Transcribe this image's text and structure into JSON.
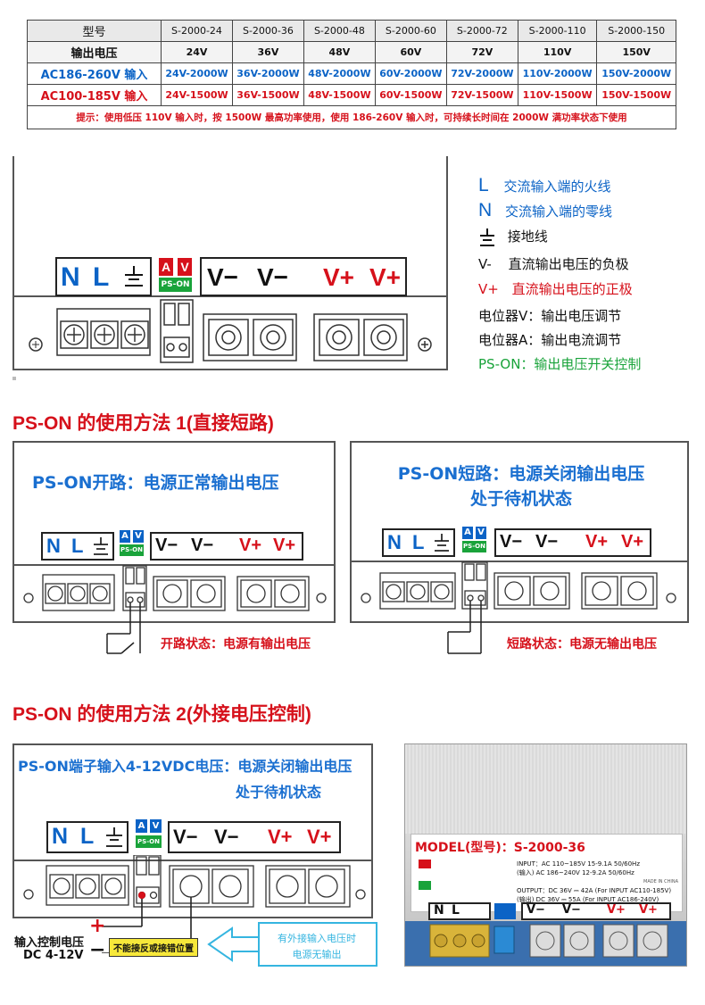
{
  "table": {
    "header_label": "型号",
    "models": [
      "S-2000-24",
      "S-2000-36",
      "S-2000-48",
      "S-2000-60",
      "S-2000-72",
      "S-2000-110",
      "S-2000-150"
    ],
    "voltage_label": "输出电压",
    "voltages": [
      "24V",
      "36V",
      "48V",
      "60V",
      "72V",
      "110V",
      "150V"
    ],
    "ac186_label": "AC186-260V 输入",
    "ac186_values": [
      "24V-2000W",
      "36V-2000W",
      "48V-2000W",
      "60V-2000W",
      "72V-2000W",
      "110V-2000W",
      "150V-2000W"
    ],
    "ac100_label": "AC100-185V 输入",
    "ac100_values": [
      "24V-1500W",
      "36V-1500W",
      "48V-1500W",
      "60V-1500W",
      "72V-1500W",
      "110V-1500W",
      "150V-1500W"
    ],
    "note": "提示：使用低压 110V 输入时，按 1500W 最高功率使用，使用 186-260V 输入时，可持续长时间在 2000W 满功率状态下使用"
  },
  "terminals": {
    "n": "N",
    "l": "L",
    "a": "A",
    "v": "V",
    "pson": "PS-ON",
    "vminus": "V−",
    "vplus": "V+"
  },
  "legend": {
    "l_key": "L",
    "l_text": "交流输入端的火线",
    "n_key": "N",
    "n_text": "交流输入端的零线",
    "ground_text": "接地线",
    "vminus_key": "V-",
    "vminus_text": "直流输出电压的负极",
    "vplus_key": "V+",
    "vplus_text": "直流输出电压的正极",
    "potv": "电位器V：输出电压调节",
    "pota": "电位器A：输出电流调节",
    "pson": "PS-ON：输出电压开关控制"
  },
  "method1": {
    "title": "PS-ON  的使用方法  1(直接短路)",
    "left_caption": "PS-ON开路：电源正常输出电压",
    "right_caption_1": "PS-ON短路：电源关闭输出电压",
    "right_caption_2": "处于待机状态",
    "open_state": "开路状态：电源有输出电压",
    "short_state": "短路状态：电源无输出电压"
  },
  "method2": {
    "title": "PS-ON  的使用方法  2(外接电压控制)",
    "caption_1": "PS-ON端子输入4-12VDC电压：电源关闭输出电压",
    "caption_2": "处于待机状态",
    "input_label_1": "输入控制电压",
    "input_label_2": "DC 4-12V",
    "plus": "+",
    "minus": "−",
    "warning": "不能接反或接错位置",
    "callout_1": "有外接输入电压时",
    "callout_2": "电源无输出"
  },
  "photo": {
    "model_label": "MODEL(型号)：S-2000-36",
    "input_label": "INPUT：AC 110~185V   15-9.1A   50/60Hz",
    "input_cn": "(输入)     AC 186~240V   12-9.2A   50/60Hz",
    "output_label": "OUTPUT：DC 36V ⎓ 42A (For INPUT AC110-185V)",
    "output_cn": "(输出)    DC 36V ⎓ 55A (For INPUT AC186-240V)",
    "made_in": "MADE IN CHINA"
  },
  "colors": {
    "blue": "#0b63c6",
    "red": "#d6111b",
    "green": "#19a33a",
    "cyan_callout": "#35b5e0"
  }
}
